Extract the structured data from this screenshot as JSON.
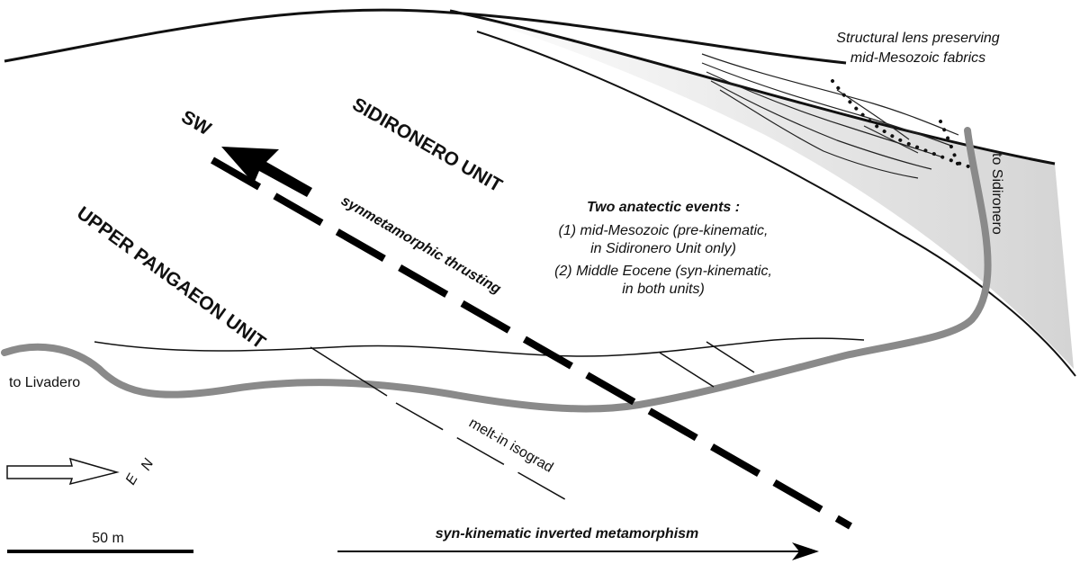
{
  "labels": {
    "sidironero_unit": "SIDIRONERO UNIT",
    "upper_pangaeon_unit": "UPPER PANGAEON UNIT",
    "sw": "SW",
    "thrusting": "synmetamorphic thrusting",
    "structural_lens_line1": "Structural lens preserving",
    "structural_lens_line2": "mid-Mesozoic fabrics",
    "events_title": "Two anatectic events :",
    "event1_line1": "(1) mid-Mesozoic (pre-kinematic,",
    "event1_line2": "in Sidironero Unit only)",
    "event2_line1": "(2) Middle Eocene (syn-kinematic,",
    "event2_line2": "in both units)",
    "to_sidironero": "to Sidironero",
    "to_livadero": "to Livadero",
    "isograd": "melt-in isograd",
    "north_mark": "N",
    "east_mark": "E",
    "scale": "50 m",
    "inverted_metamorphism": "syn-kinematic inverted metamorphism"
  },
  "colors": {
    "lens_shading": "#d4d4d4",
    "road": "#8a8a8a",
    "ink": "#111111"
  },
  "icons": {
    "transport_direction": "arrow-left-icon",
    "north_arrow": "arrow-right-outline-icon",
    "trend_arrow": "arrow-right-icon"
  }
}
